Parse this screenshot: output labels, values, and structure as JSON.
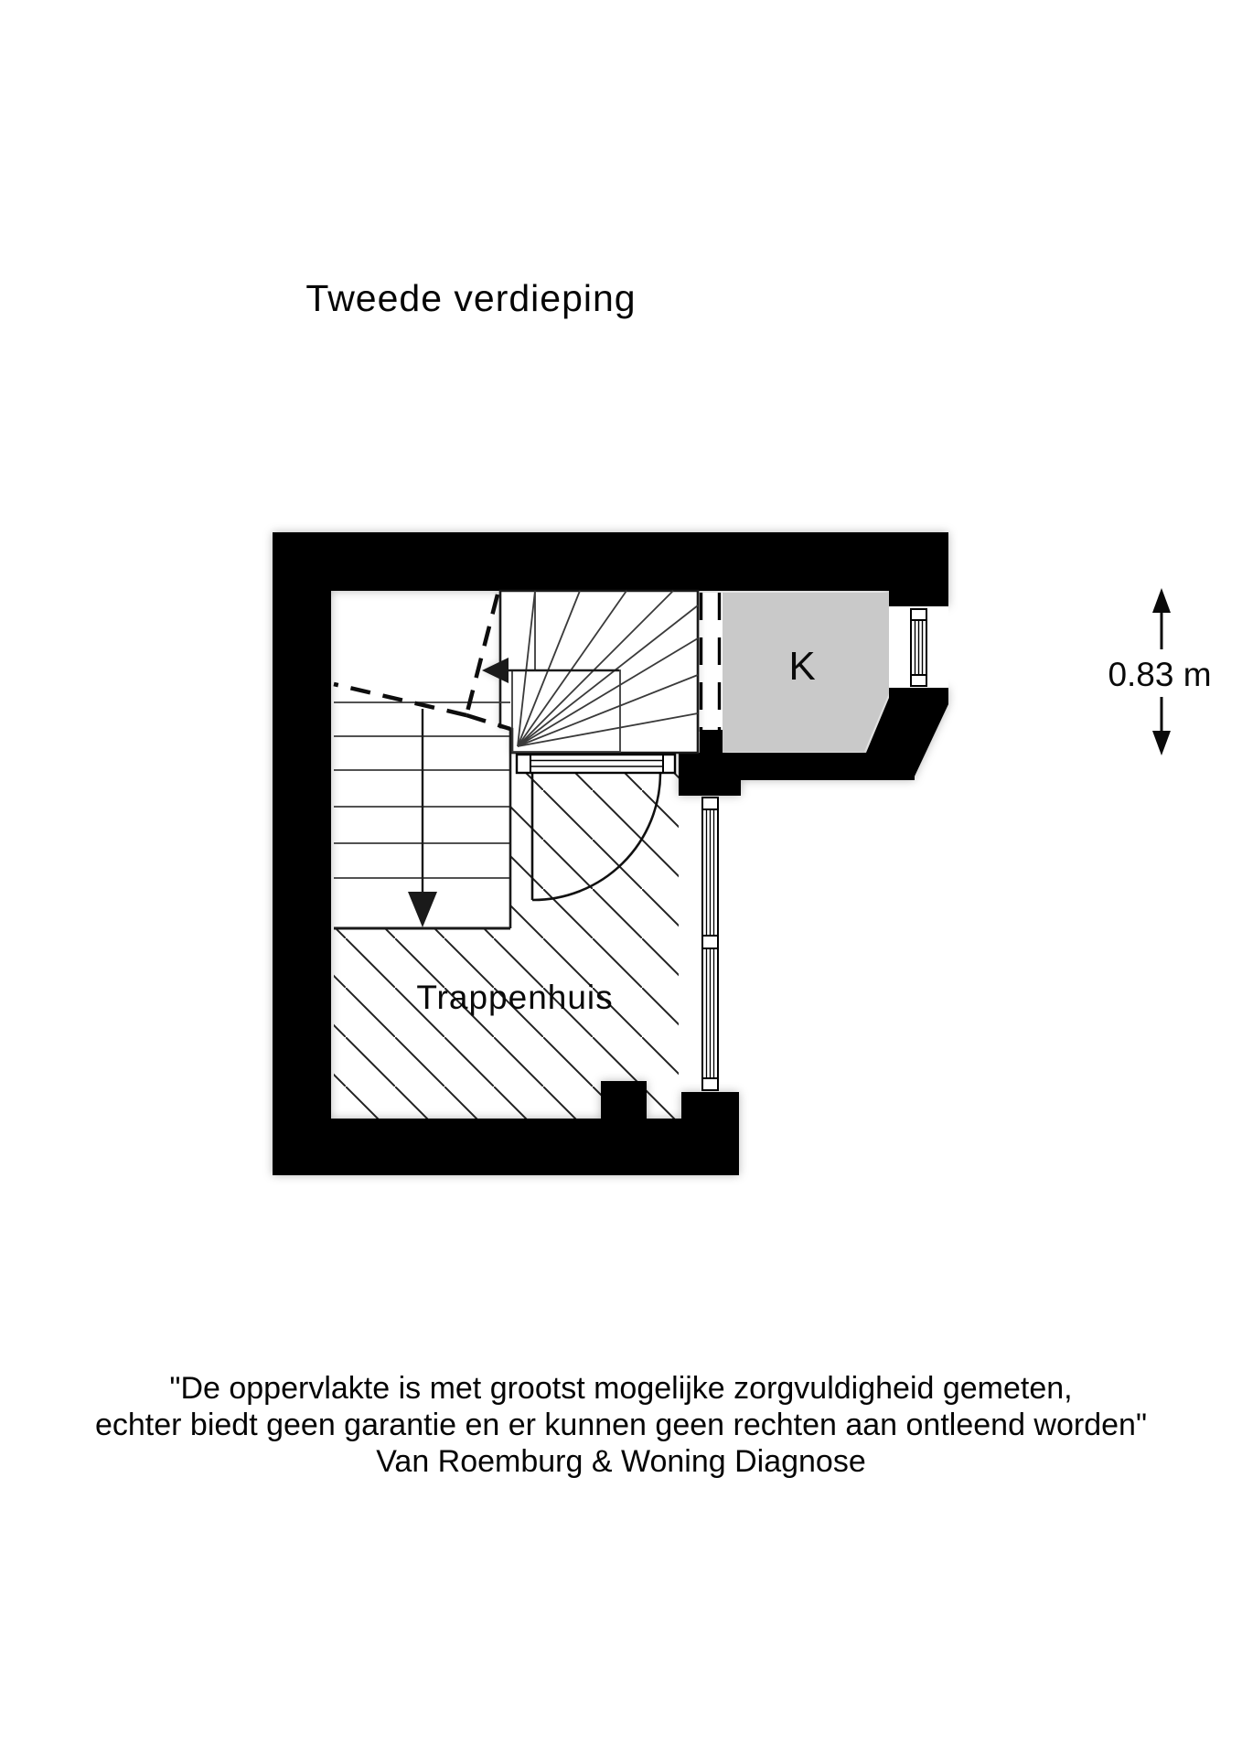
{
  "page": {
    "background": "#ffffff"
  },
  "header": {
    "title": "Tweede verdieping"
  },
  "floorplan": {
    "colors": {
      "wall": "#000000",
      "k_room_fill": "#c9c9c9"
    },
    "labels": {
      "room_k": "K",
      "stairwell": "Trappenhuis",
      "dimension": "0.83 m"
    }
  },
  "footer": {
    "disclaimer_line1": "\"De oppervlakte is met grootst mogelijke zorgvuldigheid gemeten,",
    "disclaimer_line2": "echter biedt geen garantie en er kunnen geen rechten aan ontleend worden\"",
    "disclaimer_line3": "Van Roemburg & Woning Diagnose"
  }
}
